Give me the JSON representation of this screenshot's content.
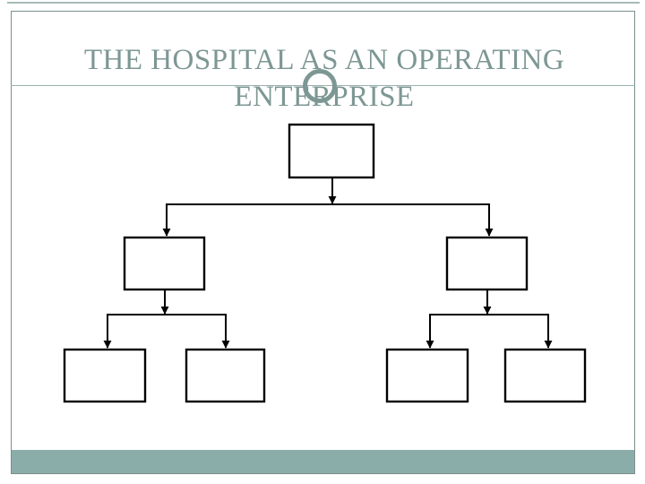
{
  "slide": {
    "title": {
      "line1": "THE HOSPITAL AS AN OPERATING",
      "line2": "ENTERPRISE"
    }
  },
  "theme": {
    "accent_teal": "#8badaa",
    "title_color": "#7d9794",
    "frame_border": "#7b8e8c",
    "rule_color": "#9ab0ae",
    "topline_color": "#a6bab8",
    "diagram_line": "#000000"
  },
  "diagram": {
    "type": "tree",
    "description": "organization chart of empty boxes",
    "levels": [
      {
        "level": 1,
        "boxes": [
          ""
        ]
      },
      {
        "level": 2,
        "boxes": [
          "",
          ""
        ]
      },
      {
        "level": 3,
        "boxes": [
          "",
          "",
          "",
          ""
        ]
      }
    ]
  }
}
